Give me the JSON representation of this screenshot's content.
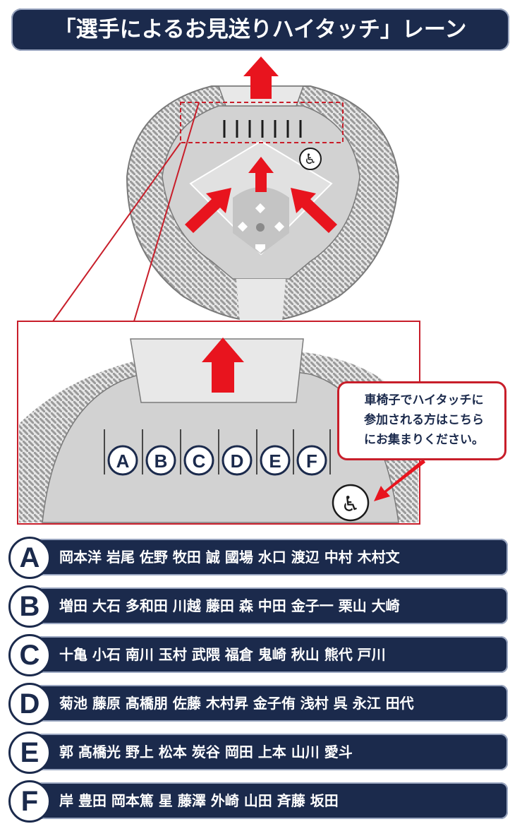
{
  "title": "「選手によるお見送りハイタッチ」レーン",
  "lanes": [
    "A",
    "B",
    "C",
    "D",
    "E",
    "F"
  ],
  "callout": "車椅子でハイタッチに\n参加される方はこちら\nにお集まりください。",
  "rows": [
    {
      "letter": "A",
      "names": "岡本洋 岩尾 佐野 牧田 誠 國場 水口 渡辺 中村 木村文"
    },
    {
      "letter": "B",
      "names": "増田 大石 多和田 川越 藤田 森 中田 金子一 栗山 大崎"
    },
    {
      "letter": "C",
      "names": "十亀 小石 南川 玉村 武隈 福倉 鬼崎 秋山 熊代 戸川"
    },
    {
      "letter": "D",
      "names": "菊池 藤原 髙橋朋 佐藤 木村昇 金子侑 浅村 呉 永江 田代"
    },
    {
      "letter": "E",
      "names": "郭 髙橋光 野上 松本 炭谷 岡田 上本 山川 愛斗"
    },
    {
      "letter": "F",
      "names": "岸 豊田 岡本篤 星 藤澤 外崎 山田 斉藤 坂田"
    }
  ],
  "colors": {
    "navy": "#1b2a4c",
    "red": "#e8141e",
    "field": "#d2d2d2",
    "seat": "#b4b4b4",
    "border": "#c81e2a"
  },
  "icons": [
    "arrow-up-icon",
    "wheelchair-icon"
  ]
}
